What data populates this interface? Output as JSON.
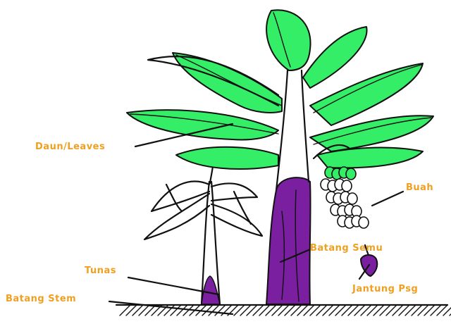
{
  "labels": {
    "leaves": "Daun/Leaves",
    "fruit": "Buah",
    "pseudostem": "Batang Semu",
    "sucker": "Tunas",
    "heart": "Jantung Psg",
    "stem": "Batang Stem"
  },
  "colors": {
    "leaf_fill": "#33ee66",
    "stem_fill": "#7a1fa0",
    "label_text": "#f0a020",
    "ink": "#111111"
  }
}
